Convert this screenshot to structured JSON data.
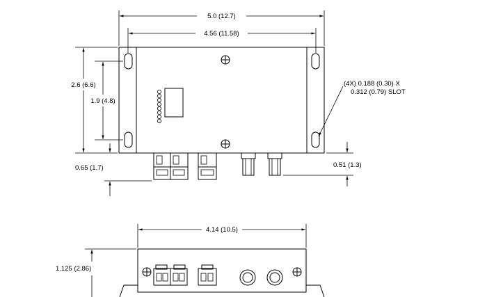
{
  "dimensions": {
    "overall_width": "5.0 (12.7)",
    "hole_spacing": "4.56 (11.58)",
    "overall_height": "2.6 (6.6)",
    "hole_vertical": "1.9 (4.8)",
    "connector_left": "0.65 (1.7)",
    "connector_right": "0.51 (1.3)",
    "front_width": "4.14 (10.5)",
    "front_height": "1.125 (2.86)"
  },
  "slot_note": {
    "line1": "(4X) 0.188 (0.30) X",
    "line2": "0.312 (0.79) SLOT"
  }
}
